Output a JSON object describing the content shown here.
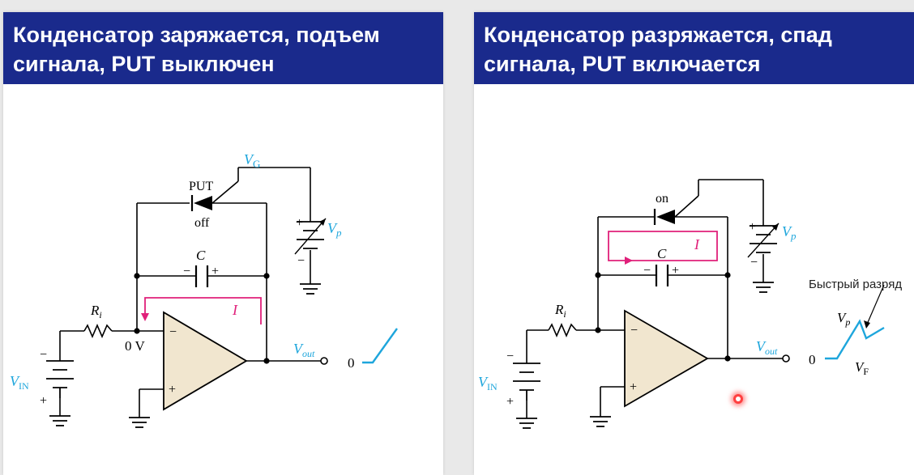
{
  "colors": {
    "title_bg": "#1a2a8c",
    "title_text": "#ffffff",
    "signal_label": "#1ea6dc",
    "current_arrow": "#e0207a",
    "opamp_fill": "#f1e6cf",
    "background": "#e9e9e9"
  },
  "left_panel": {
    "title_line1": "Конденсатор заряжается, подъем",
    "title_line2": "сигнала, PUT выключен",
    "labels": {
      "vg": "V",
      "vg_sub": "G",
      "put": "PUT",
      "state": "off",
      "c": "C",
      "c_minus": "−",
      "c_plus": "+",
      "vp": "V",
      "vp_sub": "p",
      "vp_plus": "+",
      "vp_minus": "−",
      "current": "I",
      "ri": "R",
      "ri_sub": "i",
      "zero_v": "0 V",
      "vout": "V",
      "vout_sub": "out",
      "zero": "0",
      "vin": "V",
      "vin_sub": "IN",
      "vin_minus": "−",
      "vin_plus": "+",
      "opamp_minus": "−",
      "opamp_plus": "+"
    }
  },
  "right_panel": {
    "title_line1": "Конденсатор разряжается, спад",
    "title_line2": "сигнала, PUT включается",
    "labels": {
      "state": "on",
      "c": "C",
      "c_minus": "−",
      "c_plus": "+",
      "vp": "V",
      "vp_sub": "p",
      "vp_plus": "+",
      "vp_minus": "−",
      "current": "I",
      "ri": "R",
      "ri_sub": "i",
      "vout": "V",
      "vout_sub": "out",
      "zero": "0",
      "vin": "V",
      "vin_sub": "IN",
      "vin_minus": "−",
      "vin_plus": "+",
      "opamp_minus": "−",
      "opamp_plus": "+",
      "fast_discharge": "Быстрый разряд",
      "wave_vp": "V",
      "wave_vp_sub": "p",
      "wave_vf": "V",
      "wave_vf_sub": "F"
    }
  }
}
